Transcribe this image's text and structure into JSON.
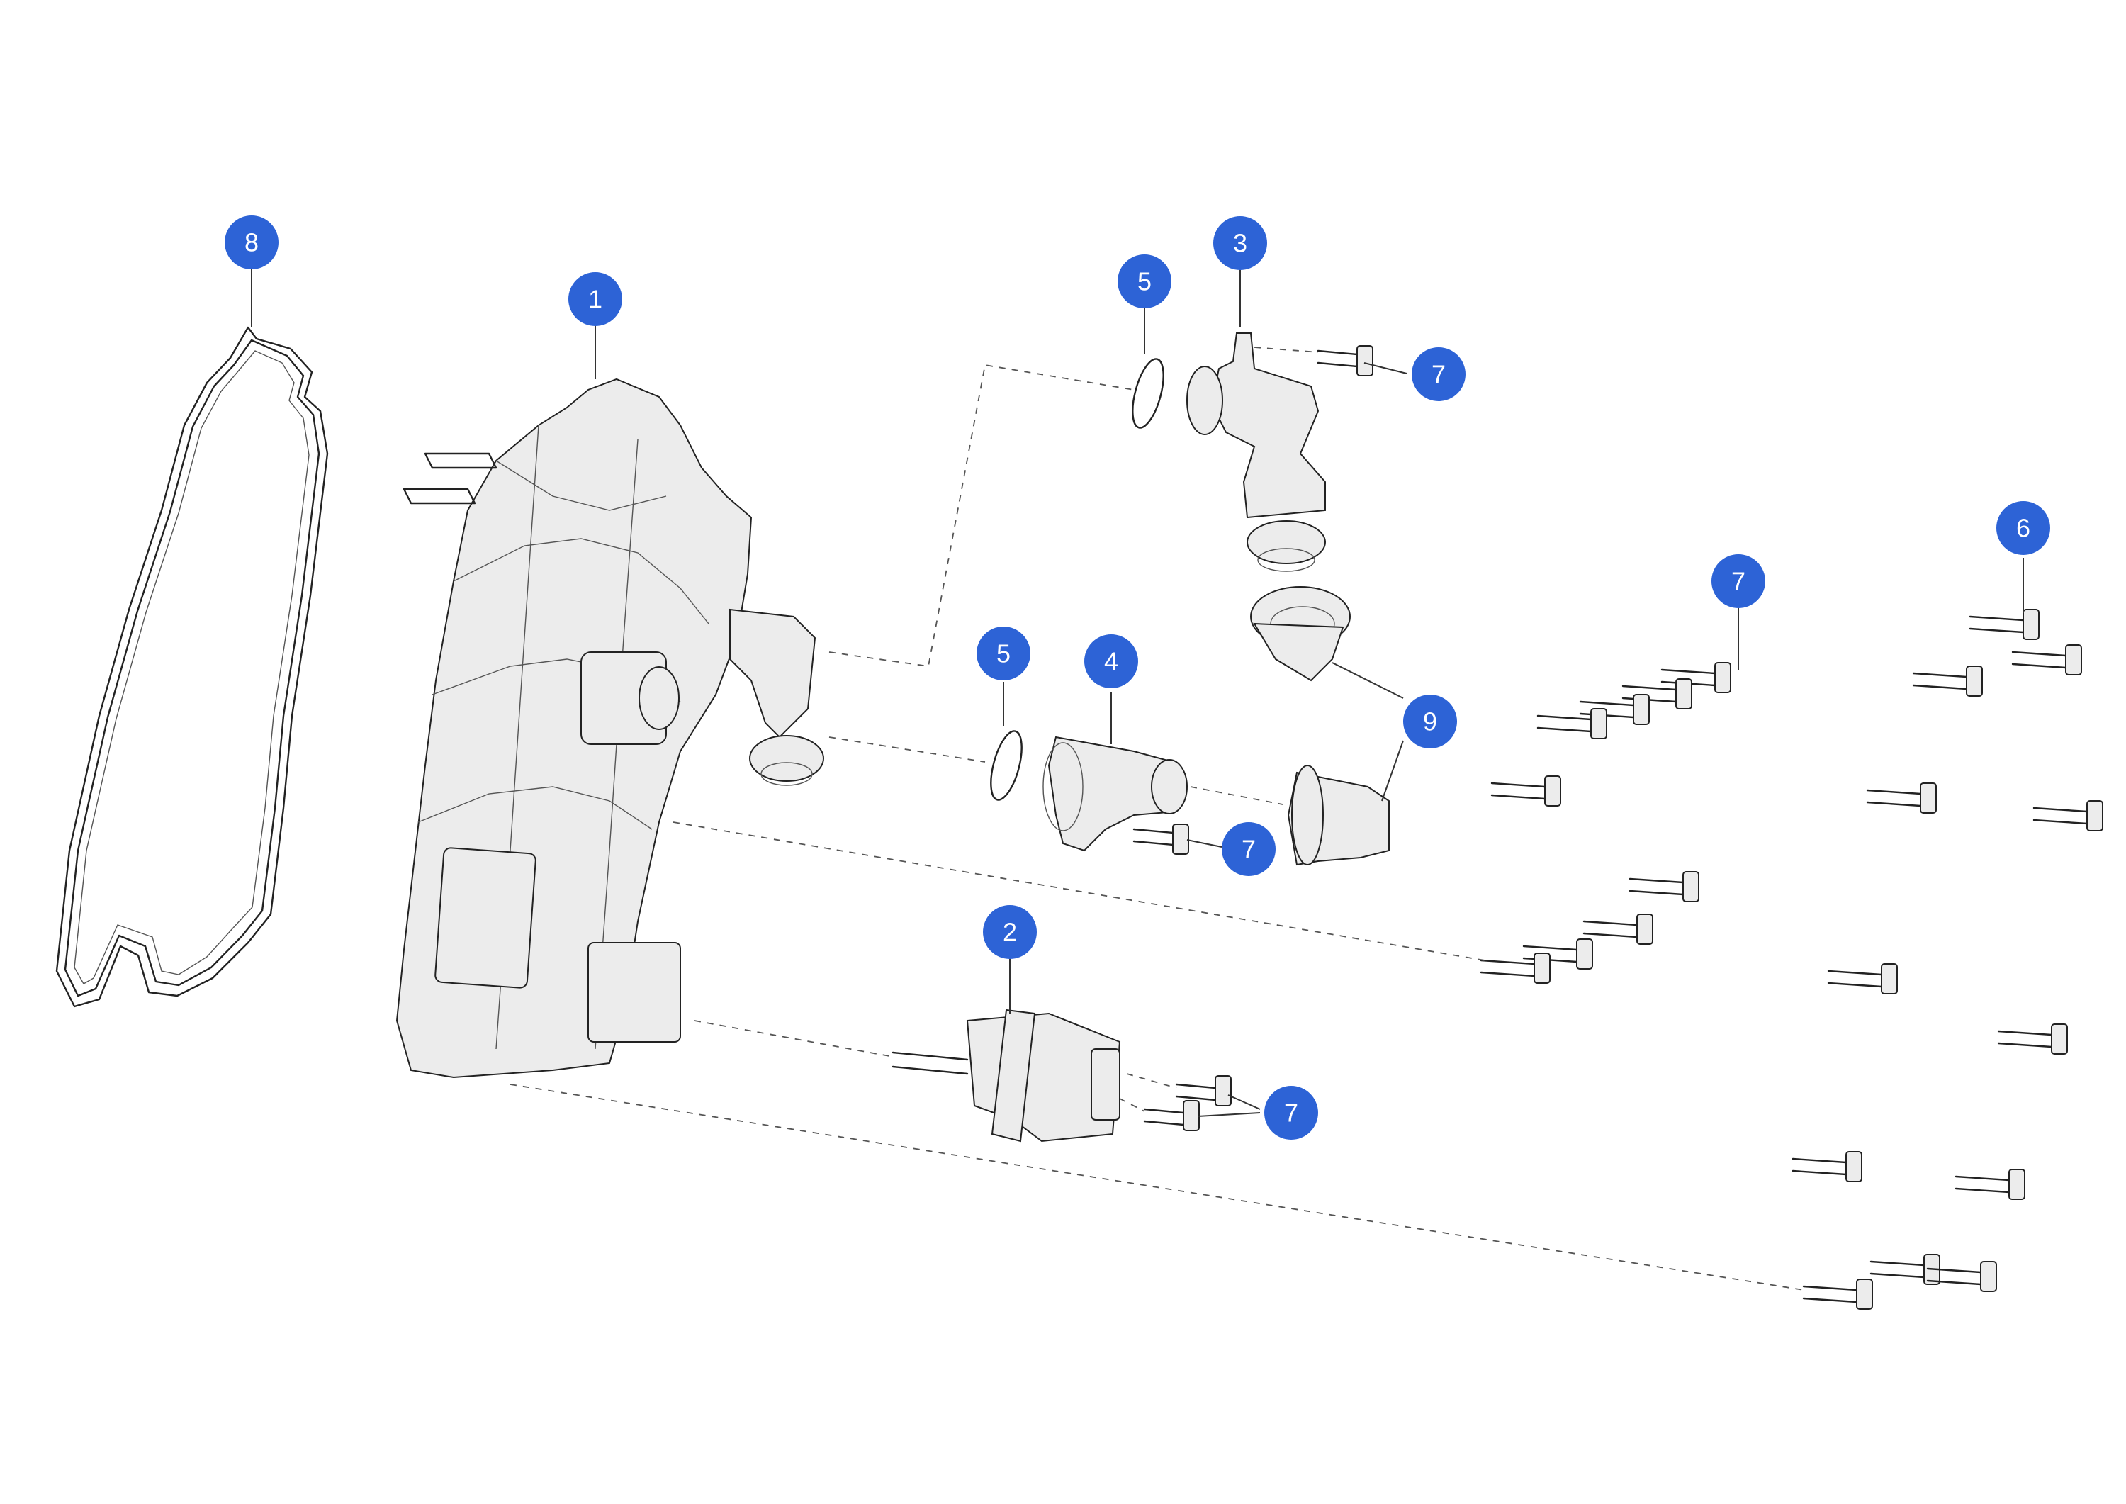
{
  "callouts": [
    {
      "id": "c8",
      "label": "8"
    },
    {
      "id": "c1",
      "label": "1"
    },
    {
      "id": "c5a",
      "label": "5"
    },
    {
      "id": "c3",
      "label": "3"
    },
    {
      "id": "c7a",
      "label": "7"
    },
    {
      "id": "c6",
      "label": "6"
    },
    {
      "id": "c7b",
      "label": "7"
    },
    {
      "id": "c5b",
      "label": "5"
    },
    {
      "id": "c4",
      "label": "4"
    },
    {
      "id": "c9",
      "label": "9"
    },
    {
      "id": "c7c",
      "label": "7"
    },
    {
      "id": "c2",
      "label": "2"
    },
    {
      "id": "c7d",
      "label": "7"
    }
  ],
  "colors": {
    "callout_fill": "#2d63d6",
    "callout_text": "#ffffff",
    "line": "#222222"
  }
}
